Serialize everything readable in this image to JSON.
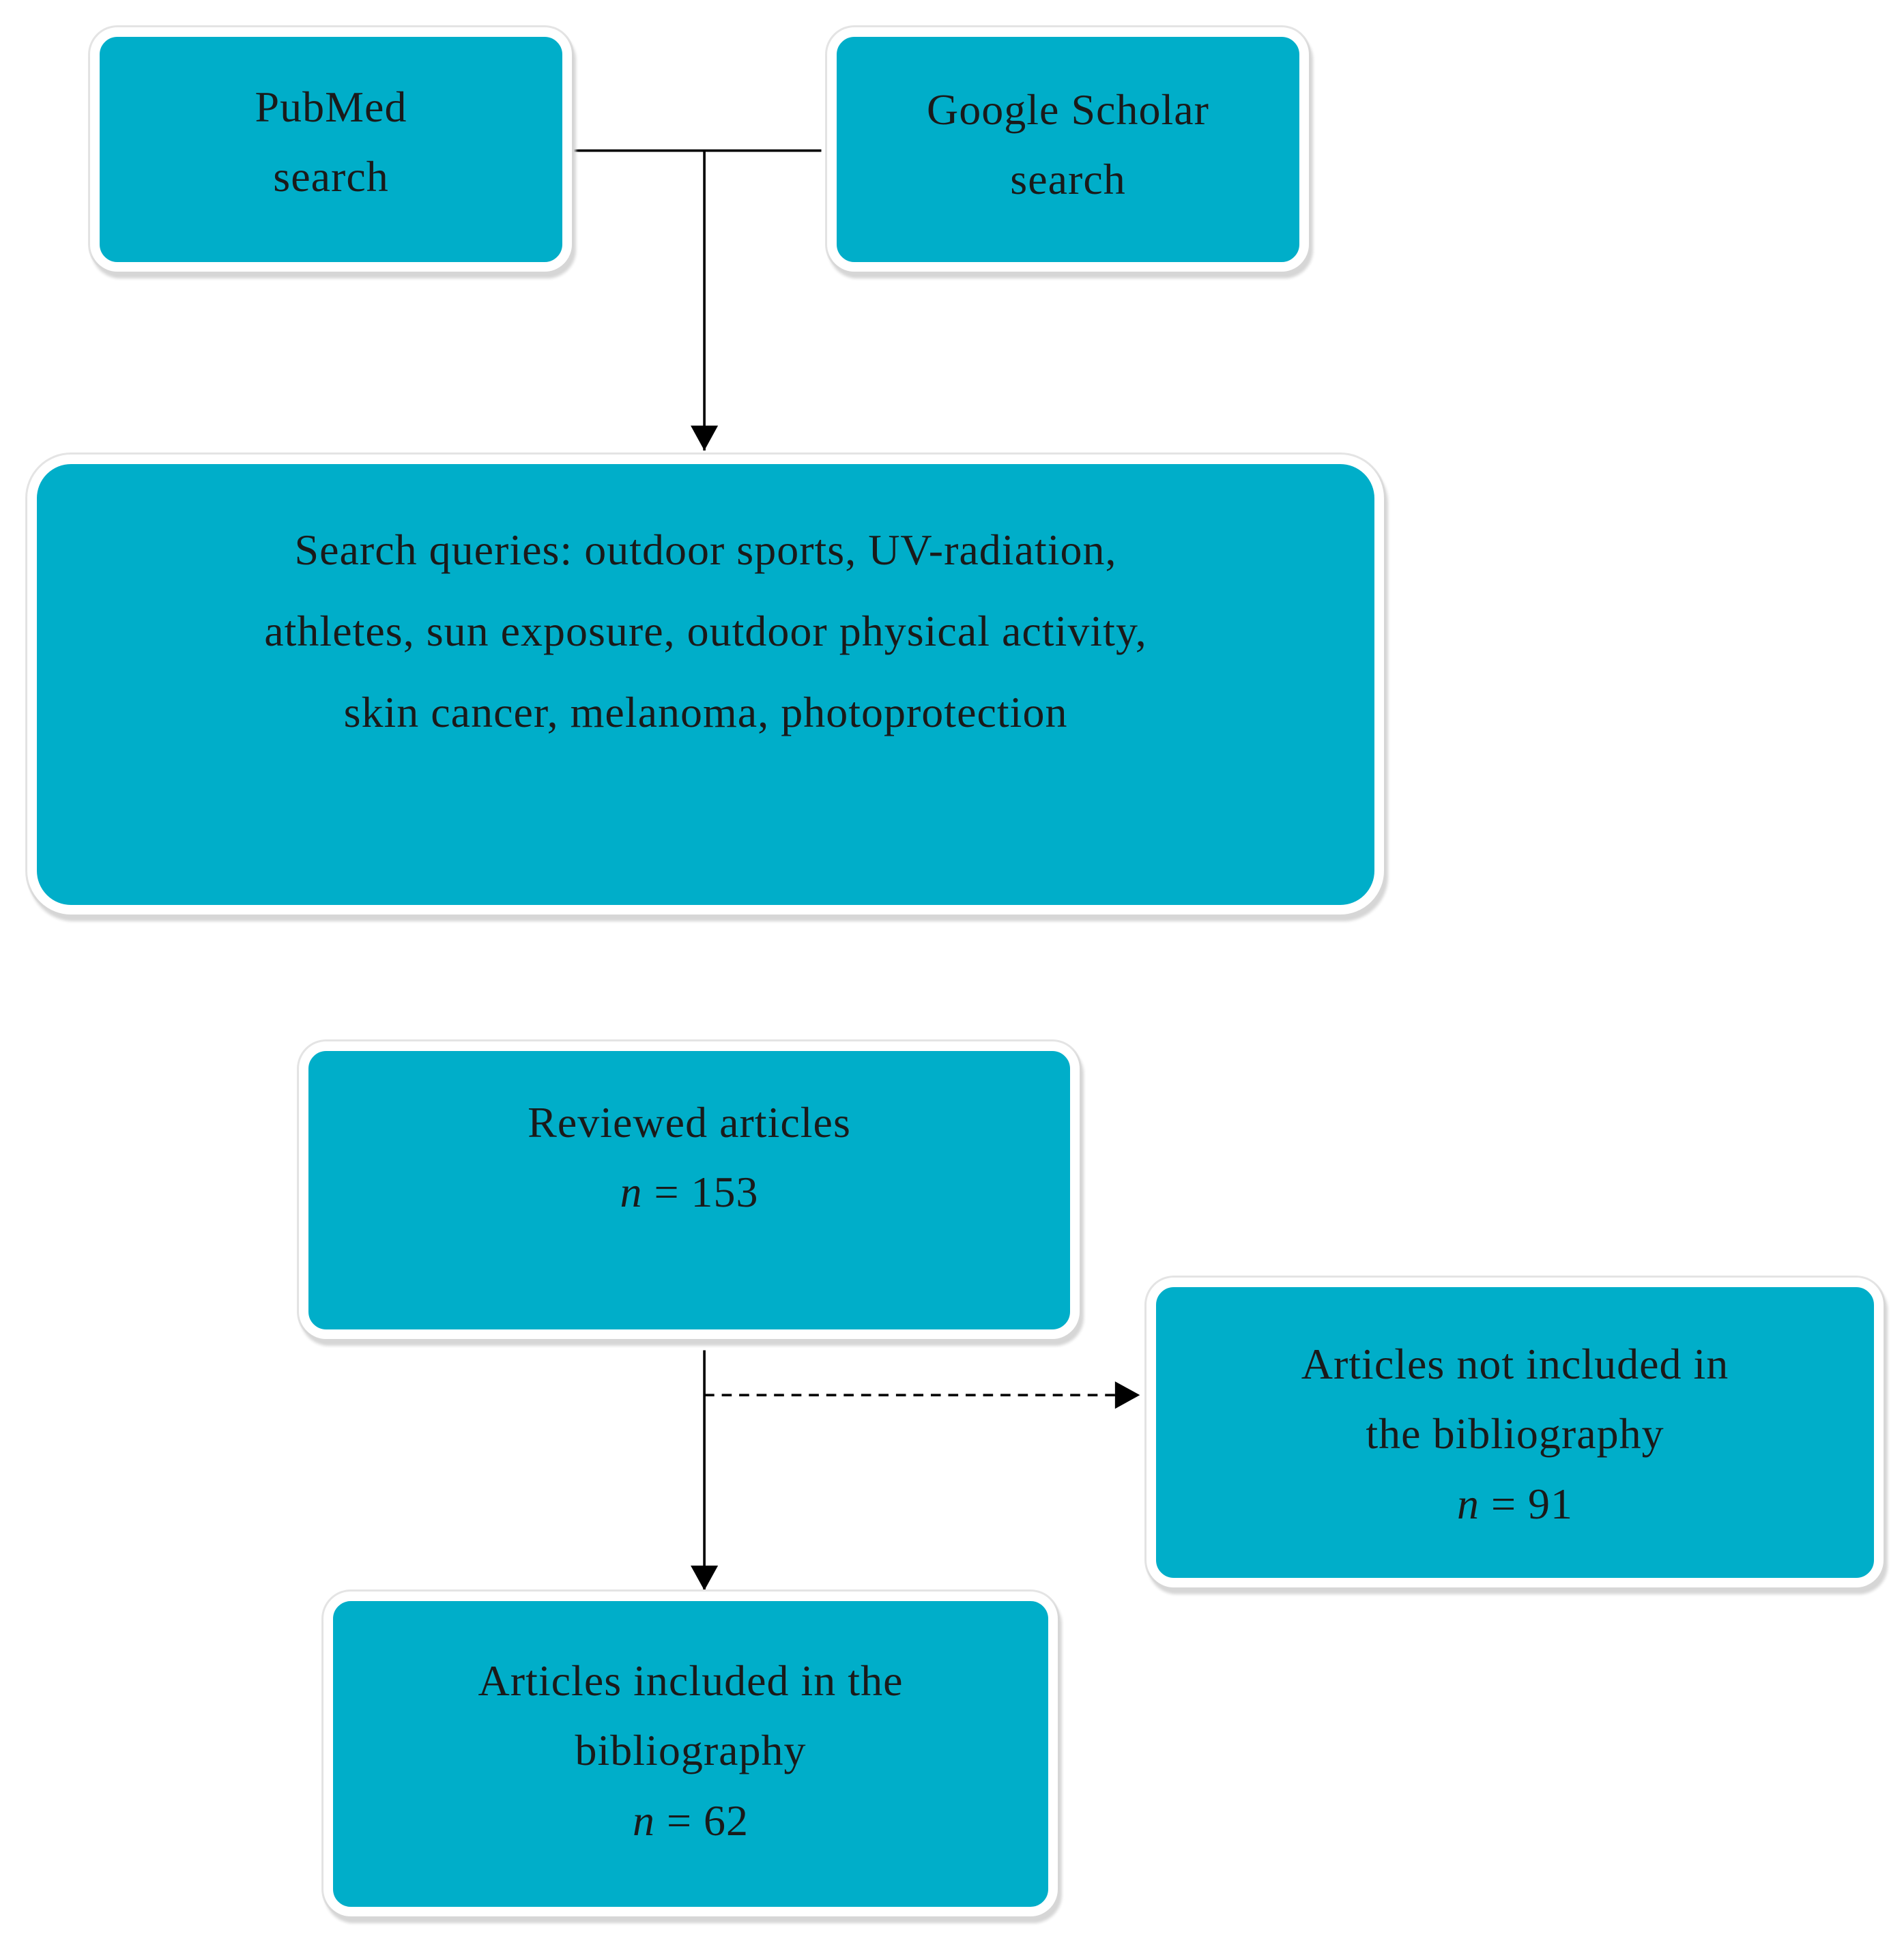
{
  "nodes": {
    "pubmed": {
      "line1": "PubMed",
      "line2": "search"
    },
    "google": {
      "line1": "Google Scholar",
      "line2": "search"
    },
    "queries": {
      "line1": "Search queries: outdoor sports, UV-radiation,",
      "line2": "athletes, sun exposure, outdoor physical activity,",
      "line3": "skin cancer, melanoma, photoprotection"
    },
    "reviewed": {
      "line1": "Reviewed articles",
      "n_label": "n",
      "n_value": "= 153"
    },
    "excluded": {
      "line1": "Articles not included in",
      "line2": "the bibliography",
      "n_label": "n",
      "n_value": "= 91"
    },
    "included": {
      "line1": "Articles included in the",
      "line2": "bibliography",
      "n_label": "n",
      "n_value": "= 62"
    }
  },
  "colors": {
    "box_fill": "#00aec9",
    "box_border": "#ffffff",
    "connector": "#000000"
  },
  "edges": [
    {
      "from": "pubmed",
      "to": "queries",
      "style": "solid"
    },
    {
      "from": "google",
      "to": "queries",
      "style": "solid"
    },
    {
      "from": "reviewed",
      "to": "included",
      "style": "solid"
    },
    {
      "from": "reviewed",
      "to": "excluded",
      "style": "dashed"
    }
  ]
}
